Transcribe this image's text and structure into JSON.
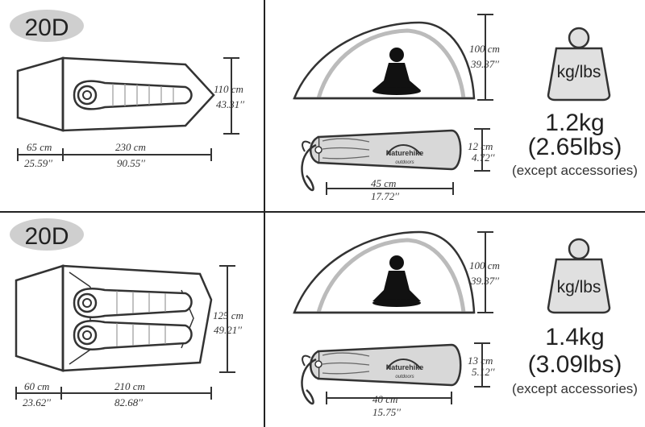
{
  "panels": [
    {
      "badge": "20D",
      "tent_width_cm": "110 cm",
      "tent_width_in": "43.31′′",
      "vestibule_cm": "65 cm",
      "vestibule_in": "25.59′′",
      "length_cm": "230 cm",
      "length_in": "90.55′′",
      "height_cm": "100 cm",
      "height_in": "39.37′′",
      "pack_d_cm": "12 cm",
      "pack_d_in": "4.72′′",
      "pack_l_cm": "45 cm",
      "pack_l_in": "17.72′′",
      "weight_unit": "kg/lbs",
      "weight_kg": "1.2kg",
      "weight_lbs": "(2.65lbs)",
      "weight_note": "(except accessories)",
      "brand": "Naturehike",
      "brand_sub": "outdoors"
    },
    {
      "badge": "20D",
      "tent_width_cm": "125 cm",
      "tent_width_in": "49.21′′",
      "vestibule_cm": "60 cm",
      "vestibule_in": "23.62′′",
      "length_cm": "210 cm",
      "length_in": "82.68′′",
      "height_cm": "100 cm",
      "height_in": "39.37′′",
      "pack_d_cm": "13 cm",
      "pack_d_in": "5.12′′",
      "pack_l_cm": "40 cm",
      "pack_l_in": "15.75′′",
      "weight_unit": "kg/lbs",
      "weight_kg": "1.4kg",
      "weight_lbs": "(3.09lbs)",
      "weight_note": "(except accessories)",
      "brand": "Naturehike",
      "brand_sub": "outdoors"
    }
  ]
}
